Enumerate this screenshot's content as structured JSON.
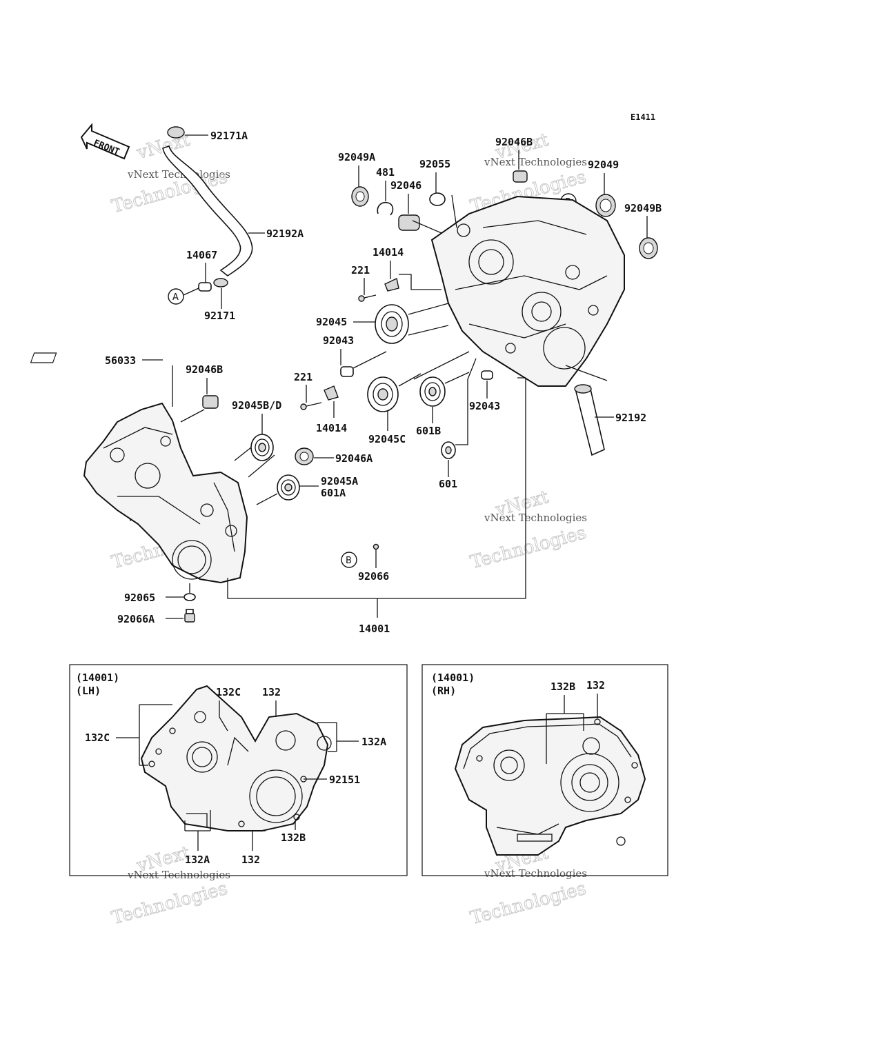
{
  "diagram": {
    "code": "E1411",
    "front_label": "FRONT",
    "callouts": {
      "A": "A",
      "B": "B"
    },
    "labels": {
      "p92171A": "92171A",
      "p92192A": "92192A",
      "p14067": "14067",
      "p92171": "92171",
      "p92049A": "92049A",
      "p481": "481",
      "p92046": "92046",
      "p92055": "92055",
      "p92046B_top": "92046B",
      "p92049": "92049",
      "p92049B": "92049B",
      "p14014_top": "14014",
      "p221_top": "221",
      "p92045": "92045",
      "p92043_top": "92043",
      "p56033": "56033",
      "p92046B_left": "92046B",
      "p221_mid": "221",
      "p92045BD": "92045B/D",
      "p14014_mid": "14014",
      "p92045C": "92045C",
      "p601B": "601B",
      "p92043_right": "92043",
      "p92192": "92192",
      "p92046A": "92046A",
      "p92045A": "92045A",
      "p601A": "601A",
      "p601": "601",
      "p92066": "92066",
      "p92065": "92065",
      "p92066A": "92066A",
      "p14001": "14001"
    },
    "lh_box": {
      "title1": "(14001)",
      "title2": "(LH)",
      "l132C_left": "132C",
      "l132C_top": "132C",
      "l132_top": "132",
      "l132A_right": "132A",
      "l92151": "92151",
      "l132B": "132B",
      "l132A_bottom": "132A",
      "l132_bottom": "132"
    },
    "rh_box": {
      "title1": "(14001)",
      "title2": "(RH)",
      "l132B": "132B",
      "l132": "132"
    },
    "watermark": {
      "line1": "vNext Technologies",
      "line2": "Technologies",
      "line3": "vNext"
    }
  }
}
